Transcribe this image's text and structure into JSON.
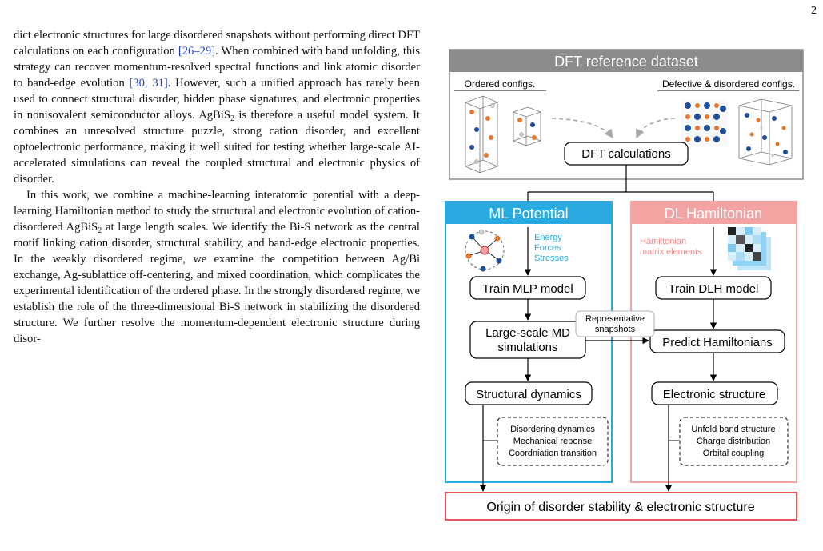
{
  "page": {
    "number": "2"
  },
  "text": {
    "p1": {
      "a": "dict electronic structures for large disordered snapshots without performing direct DFT calculations on each configuration ",
      "cite1": "[26–29]",
      "b": ". When combined with band unfolding, this strategy can recover momentum-resolved spectral functions and link atomic disorder to band-edge evolution ",
      "cite2": "[30, 31]",
      "c": ". However, such a unified approach has rarely been used to connect structural disorder, hidden phase signatures, and electronic properties in nonisovalent semiconductor alloys. AgBiS",
      "c_sub": "2",
      "d": " is therefore a useful model system. It combines an unresolved structure puzzle, strong cation disorder, and excellent optoelectronic performance, making it well suited for testing whether large-scale AI-accelerated simulations can reveal the coupled structural and electronic physics of disorder."
    },
    "p2": {
      "a": "In this work, we combine a machine-learning interatomic potential with a deep-learning Hamiltonian method to study the structural and electronic evolution of cation-disordered AgBiS",
      "a_sub": "2",
      "b": " at large length scales. We identify the Bi-S network as the central motif linking cation disorder, structural stability, and band-edge electronic properties. In the weakly disordered regime, we examine the competition between Ag/Bi exchange, Ag-sublattice off-centering, and mixed coordination, which complicates the experimental identification of the ordered phase. In the strongly disordered regime, we establish the role of the three-dimensional Bi-S network in stabilizing the disordered structure. We further resolve the momentum-dependent electronic structure during disor-"
    }
  },
  "figure": {
    "dft_header": "DFT reference dataset",
    "ordered_label": "Ordered configs.",
    "defective_label": "Defective & disordered configs.",
    "dft_calc": "DFT calculations",
    "ml_header": "ML Potential",
    "dl_header": "DL Hamiltonian",
    "ml_outputs": [
      "Energy",
      "Forces",
      "Stresses"
    ],
    "dl_outputs": [
      "Hamiltonian",
      "matrix elements"
    ],
    "train_mlp": "Train MLP model",
    "train_dlh": "Train DLH model",
    "md_sim": [
      "Large-scale MD",
      "simulations"
    ],
    "snapshots": [
      "Representative",
      "snapshots"
    ],
    "predict_h": "Predict Hamiltonians",
    "struct_dyn": "Structural dynamics",
    "elec_struct": "Electronic structure",
    "ml_list": [
      "Disordering dynamics",
      "Mechanical reponse",
      "Coordniation transition"
    ],
    "dl_list": [
      "Unfold band structure",
      "Charge distribution",
      "Orbital coupling"
    ],
    "origin": "Origin of disorder stability & electronic structure",
    "colors": {
      "dft_gray": "#8c8c8c",
      "ml_blue": "#29abe2",
      "dl_pink": "#f4a3a3",
      "origin_red": "#e8555a",
      "hamiltonian_text": "#f08c8c"
    }
  }
}
